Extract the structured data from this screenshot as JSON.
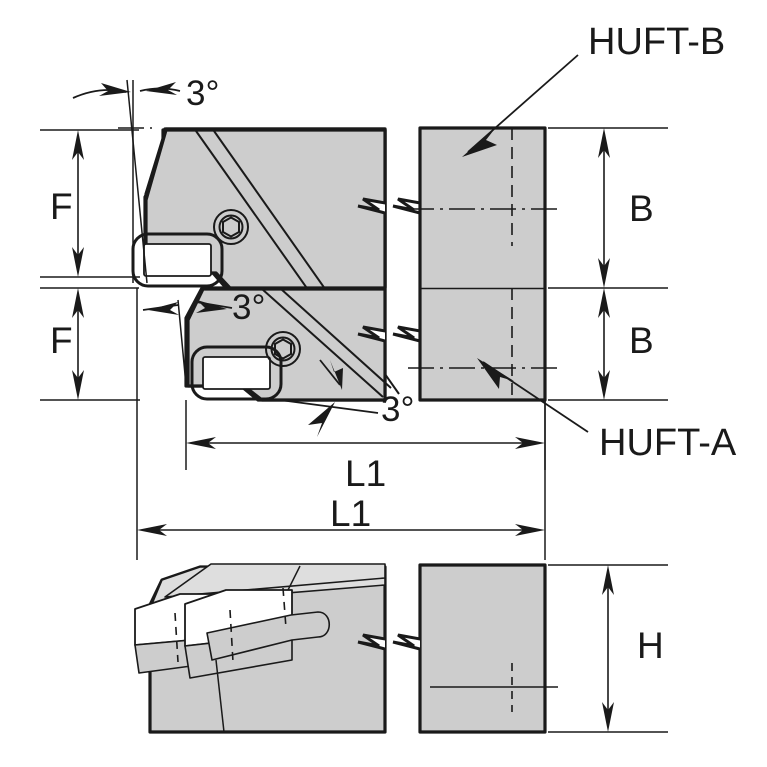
{
  "drawing": {
    "title": "Tool holder technical drawing",
    "colors": {
      "body_fill": "#cdcdcd",
      "face_light": "#dedede",
      "line": "#1a1a1a",
      "background": "#ffffff"
    }
  },
  "dimensions": {
    "f_upper": "F",
    "f_lower": "F",
    "b_upper": "B",
    "b_lower": "B",
    "l1_upper": "L1",
    "l1_lower": "L1",
    "h": "H"
  },
  "angles": {
    "top": "3°",
    "middle": "3°",
    "bottom": "3°"
  },
  "callouts": {
    "huft_b": "HUFT-B",
    "huft_a": "HUFT-A"
  },
  "icons": {
    "arrow_up": "arrow-up-icon",
    "arrow_down": "arrow-down-icon",
    "arrow_left": "arrow-left-icon",
    "arrow_right": "arrow-right-icon",
    "leader_arrow": "leader-arrow-icon",
    "break_line": "break-line-icon",
    "center_mark": "center-mark-icon",
    "hex_screw": "hex-screw-icon"
  }
}
